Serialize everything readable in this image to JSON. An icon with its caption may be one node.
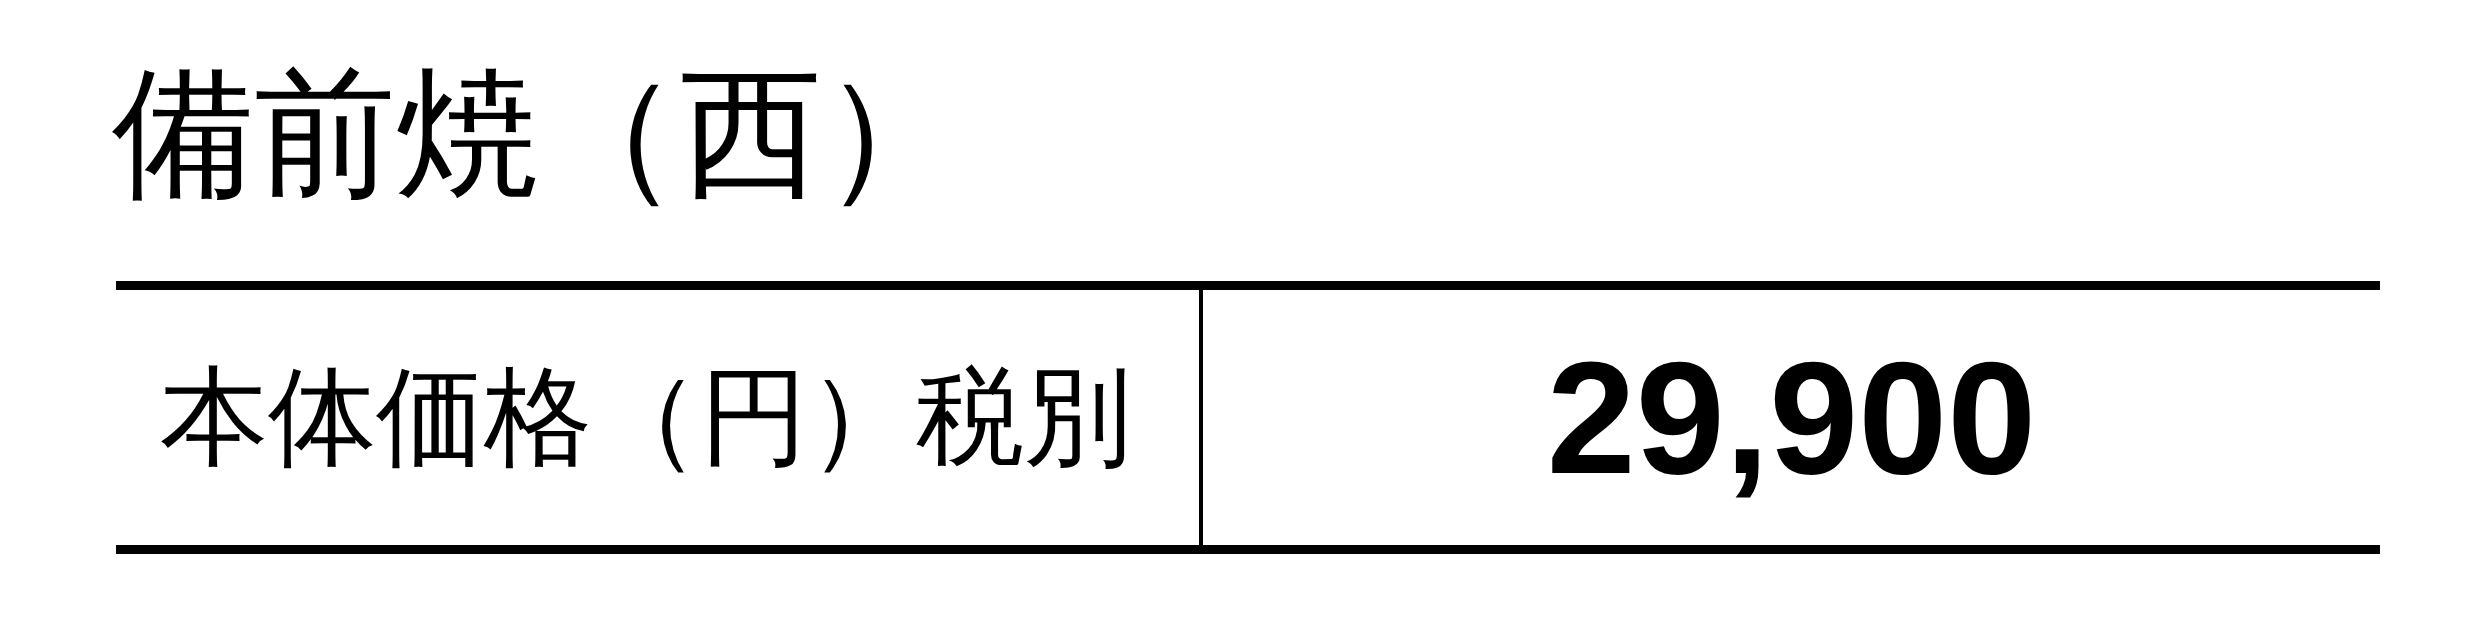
{
  "diagram": {
    "title": "備前焼（西）",
    "labels": [
      "本体価格（円）税別",
      "29,900"
    ]
  }
}
